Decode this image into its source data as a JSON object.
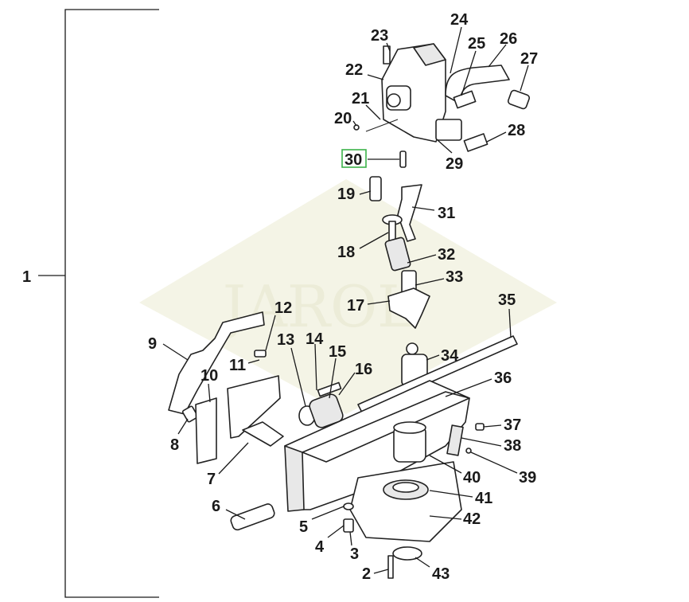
{
  "watermark": "JAROL",
  "assembly_label": "1",
  "callouts": [
    "2",
    "3",
    "4",
    "5",
    "6",
    "7",
    "8",
    "9",
    "10",
    "11",
    "12",
    "13",
    "14",
    "15",
    "16",
    "17",
    "18",
    "19",
    "20",
    "21",
    "22",
    "23",
    "24",
    "25",
    "26",
    "27",
    "28",
    "29",
    "30",
    "31",
    "32",
    "33",
    "34",
    "35",
    "36",
    "37",
    "38",
    "39",
    "40",
    "41",
    "42",
    "43"
  ],
  "highlighted_callout": "30",
  "colors": {
    "highlight": "#3cb34a",
    "ink": "#1a1a1a"
  }
}
